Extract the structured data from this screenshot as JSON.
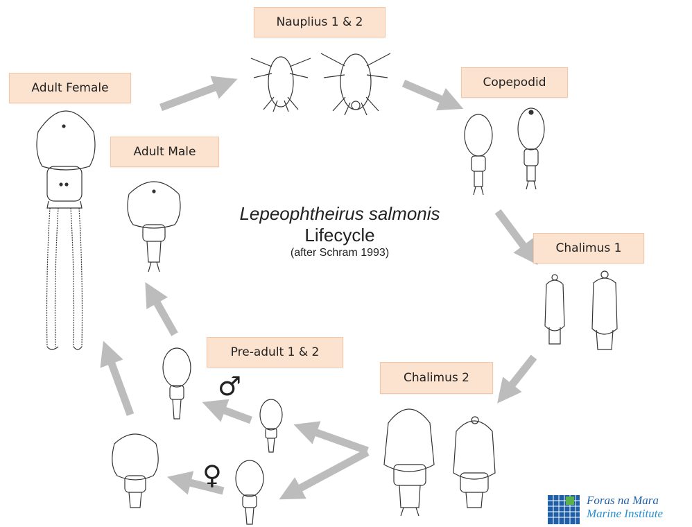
{
  "labels": {
    "nauplius": "Nauplius 1 & 2",
    "copepodid": "Copepodid",
    "adult_female": "Adult Female",
    "adult_male": "Adult Male",
    "chalimus1": "Chalimus 1",
    "chalimus2": "Chalimus 2",
    "preadult": "Pre-adult 1 & 2"
  },
  "title": {
    "species": "Lepeophtheirus salmonis",
    "main": "Lifecycle",
    "credit": "(after Schram 1993)"
  },
  "symbols": {
    "male": "♂",
    "female": "♀"
  },
  "logo": {
    "line1": "Foras na Mara",
    "line2": "Marine Institute"
  },
  "colors": {
    "label_bg": "#fce3cf",
    "arrow": "#bcbcbc",
    "drawing": "#333333",
    "logo_blue": "#1f5fa8",
    "logo_green": "#5ab24a"
  }
}
